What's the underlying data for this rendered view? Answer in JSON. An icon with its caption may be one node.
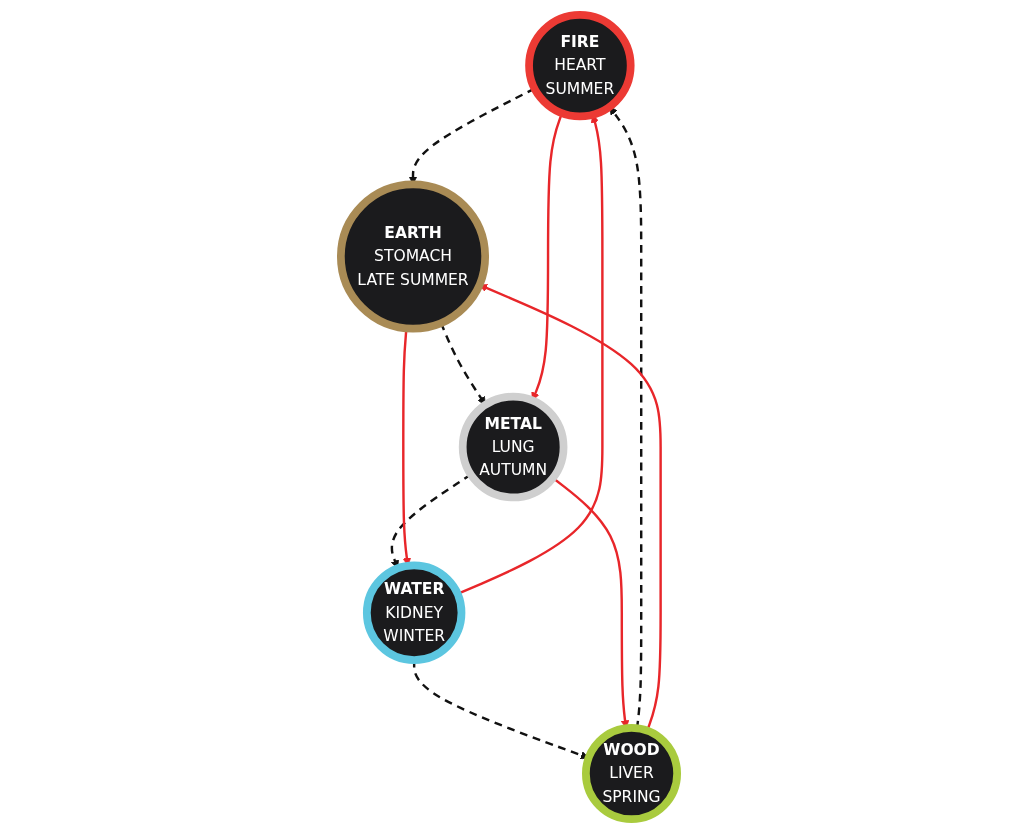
{
  "diagram": {
    "nodes": [
      {
        "text": [
          "FIRE",
          "HEART",
          "SUMMER"
        ]
      },
      {
        "text": [
          "WOOD",
          "LIVER",
          "SPRING"
        ]
      },
      {
        "text": [
          "EARTH",
          "STOMACH",
          "LATE SUMMER"
        ]
      },
      {
        "text": [
          "WATER",
          "KIDNEY",
          "WINTER"
        ]
      },
      {
        "text": [
          "METAL",
          "LUNG",
          "AUTUMN"
        ]
      }
    ],
    "edges": [
      {
        "from": 0,
        "to": 2,
        "arrow": "to",
        "style": "dashed"
      },
      {
        "from": 2,
        "to": 4,
        "arrow": "to",
        "style": "dashed"
      },
      {
        "from": 4,
        "to": 3,
        "arrow": "to",
        "style": "dashed"
      },
      {
        "from": 3,
        "to": 1,
        "arrow": "to",
        "style": "dashed"
      },
      {
        "from": 1,
        "to": 0,
        "arrow": "to",
        "style": "dashed"
      },
      {
        "from": 1,
        "to": 2,
        "arrow": "to",
        "color": "#e8262a"
      },
      {
        "from": 2,
        "to": 3,
        "arrow": "to",
        "color": "#e8262a"
      },
      {
        "from": 3,
        "to": 0,
        "arrow": "to",
        "color": "#e8262a"
      },
      {
        "from": 0,
        "to": 4,
        "arrow": "to",
        "color": "#e8262a"
      },
      {
        "from": 4,
        "to": 1,
        "arrow": "to",
        "color": "#e8262a"
      }
    ]
  }
}
